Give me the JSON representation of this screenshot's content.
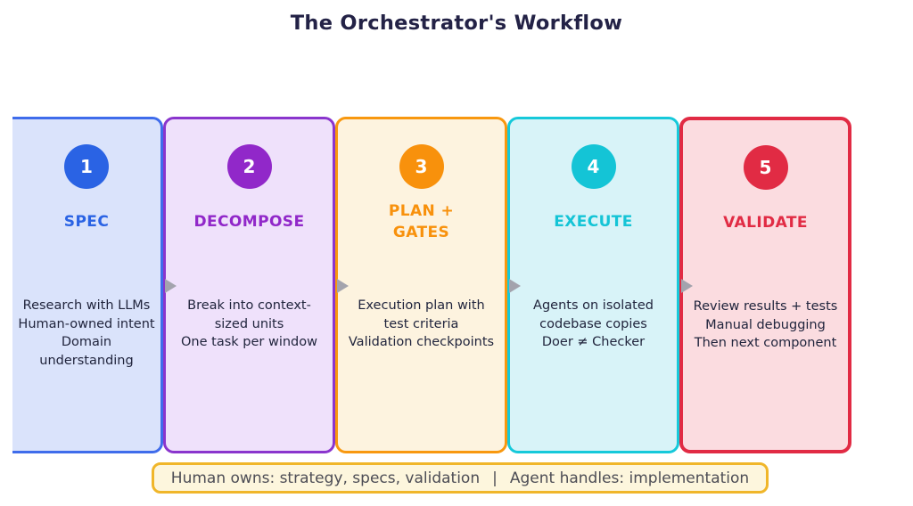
{
  "title": "The Orchestrator's Workflow",
  "steps": [
    {
      "number": "1",
      "label": "SPEC",
      "lines": [
        "Research with LLMs",
        "Human-owned intent",
        "Domain understanding"
      ],
      "colors": {
        "accent": "#2a63e4",
        "border": "#3f6ceb",
        "fill": "#dae3fb"
      }
    },
    {
      "number": "2",
      "label": "DECOMPOSE",
      "lines": [
        "Break into context-",
        "sized units",
        "One task per window"
      ],
      "colors": {
        "accent": "#9128c9",
        "border": "#8a35cd",
        "fill": "#efe1fb"
      }
    },
    {
      "number": "3",
      "label": "PLAN +\nGATES",
      "lines": [
        "Execution plan with",
        "test criteria",
        "Validation checkpoints"
      ],
      "colors": {
        "accent": "#f8910c",
        "border": "#f8980f",
        "fill": "#fdf3df"
      }
    },
    {
      "number": "4",
      "label": "EXECUTE",
      "lines": [
        "Agents on isolated",
        "codebase copies",
        "Doer ≠ Checker"
      ],
      "colors": {
        "accent": "#14c4d6",
        "border": "#16c9da",
        "fill": "#d8f3f8"
      }
    },
    {
      "number": "5",
      "label": "VALIDATE",
      "lines": [
        "Review results + tests",
        "Manual debugging",
        "Then next component"
      ],
      "colors": {
        "accent": "#e12b44",
        "border": "#e12b44",
        "fill": "#fbdce0"
      }
    }
  ],
  "connector": {
    "arrow": "#a3a3ad"
  },
  "footnote": {
    "left": "Human owns: strategy, specs, validation",
    "divider": "|",
    "right": "Agent handles: implementation",
    "colors": {
      "border": "#f0b62a",
      "fill": "#fdf6dd",
      "text": "#4d4d55"
    }
  }
}
